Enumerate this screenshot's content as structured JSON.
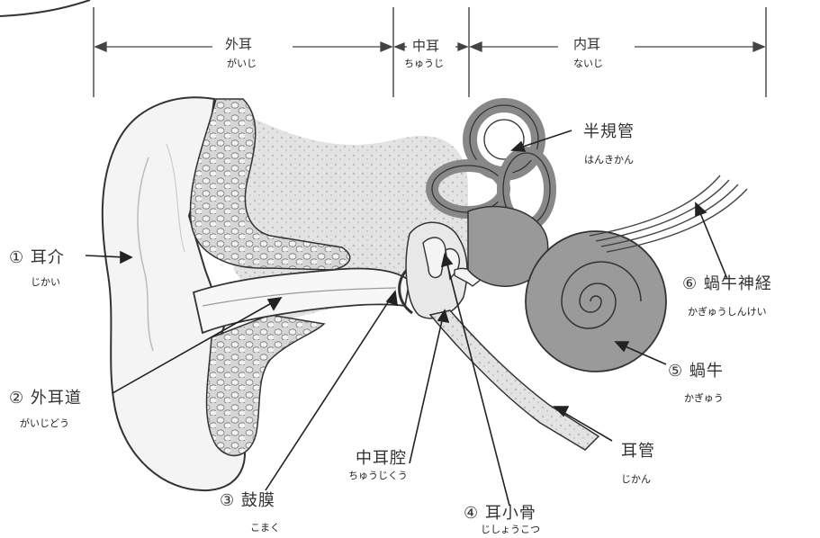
{
  "diagram": {
    "sections": [
      {
        "id": "outer",
        "title": "外耳",
        "reading": "がいじ"
      },
      {
        "id": "middle",
        "title": "中耳",
        "reading": "ちゅうじ"
      },
      {
        "id": "inner",
        "title": "内耳",
        "reading": "ないじ"
      }
    ],
    "labels": [
      {
        "id": "auricle",
        "title": "① 耳介",
        "reading": "じかい"
      },
      {
        "id": "ear-canal",
        "title": "② 外耳道",
        "reading": "がいじどう"
      },
      {
        "id": "eardrum",
        "title": "③ 鼓膜",
        "reading": "こまく"
      },
      {
        "id": "middle-ear-cavity",
        "title": "中耳腔",
        "reading": "ちゅうじくう"
      },
      {
        "id": "ossicles",
        "title": "④ 耳小骨",
        "reading": "じしょうこつ"
      },
      {
        "id": "eustachian-tube",
        "title": "耳管",
        "reading": "じかん"
      },
      {
        "id": "cochlea",
        "title": "⑤ 蝸牛",
        "reading": "かぎゅう"
      },
      {
        "id": "cochlear-nerve",
        "title": "⑥ 蝸牛神経",
        "reading": "かぎゅうしんけい"
      },
      {
        "id": "semicircular-canals",
        "title": "半規管",
        "reading": "はんきかん"
      }
    ]
  }
}
